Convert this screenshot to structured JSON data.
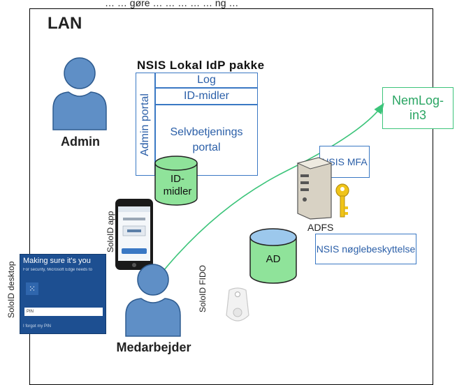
{
  "caption": "… … gøre … … … … … ng …",
  "lan": {
    "title": "LAN"
  },
  "admin": {
    "label": "Admin"
  },
  "pakke": {
    "title": "NSIS Lokal IdP pakke",
    "admin_portal": "Admin portal",
    "log": "Log",
    "id_midler": "ID-midler",
    "selvbetjening": "Selvbetjenings portal"
  },
  "db_idmidler": {
    "label": "ID- midler"
  },
  "nemlog": {
    "label": "NemLog- in3"
  },
  "nsis_mfa": {
    "label": "NSIS MFA"
  },
  "adfs": {
    "label": "ADFS"
  },
  "nsis_key": {
    "label": "NSIS nøglebeskyttelse"
  },
  "ad": {
    "label": "AD"
  },
  "apps": {
    "soloid_app": "SoloID app",
    "soloid_desktop": "SoloID desktop",
    "soloid_fido": "SoloID FIDO"
  },
  "desktop_screen": {
    "title": "Making sure it's you",
    "subtitle": "For security, Microsoft Edge needs to",
    "pin_label": "PIN",
    "footer": "I forgot my PIN"
  },
  "medarbejder": {
    "label": "Medarbejder"
  },
  "colors": {
    "blue": "#3a78c4",
    "green": "#3cc47a",
    "person": "#5f8fc6",
    "db_green": "#8fe39a",
    "db_blue": "#9cc8ec"
  },
  "icons": [
    "person-icon",
    "database-icon",
    "server-icon",
    "key-icon",
    "phone-icon",
    "fido-key-icon",
    "arrow-icon"
  ]
}
